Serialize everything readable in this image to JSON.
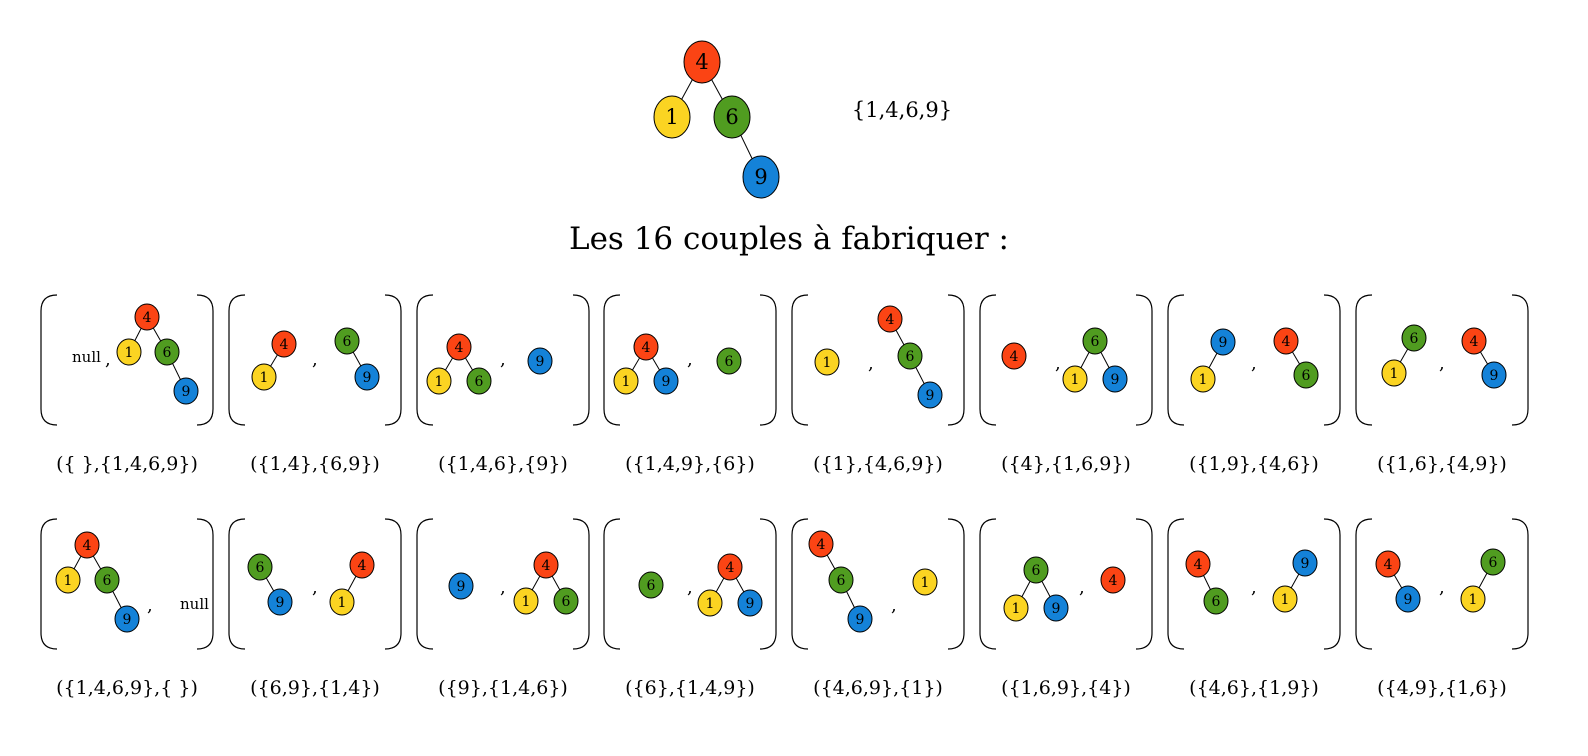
{
  "colors": {
    "1": "#fbd422",
    "4": "#fb4414",
    "6": "#509c20",
    "9": "#1482d8",
    "stroke": "#000000"
  },
  "main_tree": {
    "set_label": "{1,4,6,9}",
    "nodes": [
      {
        "v": "4"
      },
      {
        "v": "1"
      },
      {
        "v": "6"
      },
      {
        "v": "9"
      }
    ],
    "edges": [
      [
        "4",
        "1"
      ],
      [
        "4",
        "6"
      ],
      [
        "6",
        "9"
      ]
    ]
  },
  "heading": "Les 16 couples à fabriquer :",
  "pair_caption": [
    "({ },{1,4,6,9})",
    "({1,4},{6,9})",
    "({1,4,6},{9})",
    "({1,4,9},{6})",
    "({1},{4,6,9})",
    "({4},{1,6,9})",
    "({1,9},{4,6})",
    "({1,6},{4,9})",
    "({1,4,6,9},{ })",
    "({6,9},{1,4})",
    "({9},{1,4,6})",
    "({6},{1,4,9})",
    "({4,6,9},{1})",
    "({1,6,9},{4})",
    "({4,6},{1,9})",
    "({4,9},{1,6})"
  ],
  "null_label": "null",
  "comma": ","
}
